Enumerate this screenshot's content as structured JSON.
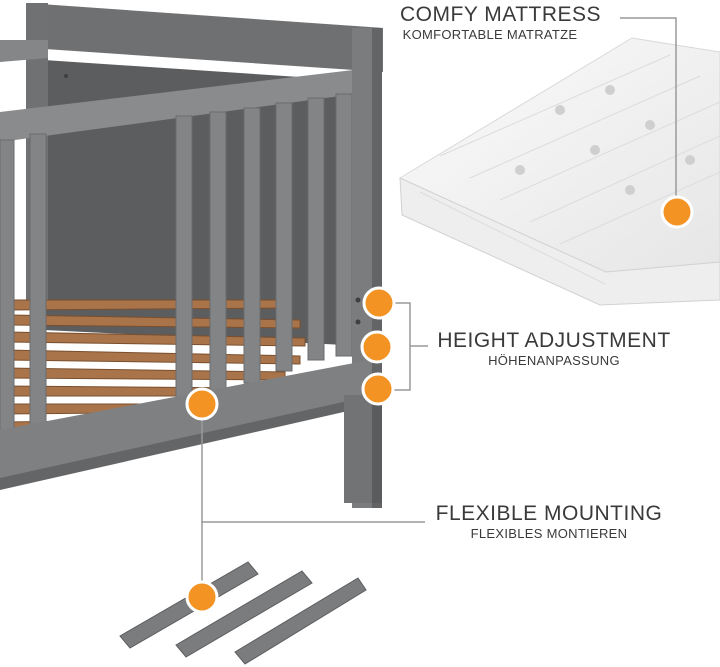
{
  "features": {
    "mattress": {
      "title": "COMFY MATTRESS",
      "subtitle": "KOMFORTABLE MATRATZE"
    },
    "height": {
      "title": "HEIGHT ADJUSTMENT",
      "subtitle": "HÖHENANPASSUNG"
    },
    "mounting": {
      "title": "FLEXIBLE MOUNTING",
      "subtitle": "FLEXIBLES MONTIEREN"
    }
  },
  "colors": {
    "bed_frame": "#7b7c7e",
    "bed_frame_dark": "#5f6062",
    "slat_wood": "#a9744a",
    "marker": "#f39323",
    "marker_ring": "#ffffff",
    "callout_line": "#9a9a9a",
    "text": "#3a3a3a",
    "mattress": "#f1f1f1"
  },
  "icons": {
    "marker": "orange-dot-icon"
  }
}
